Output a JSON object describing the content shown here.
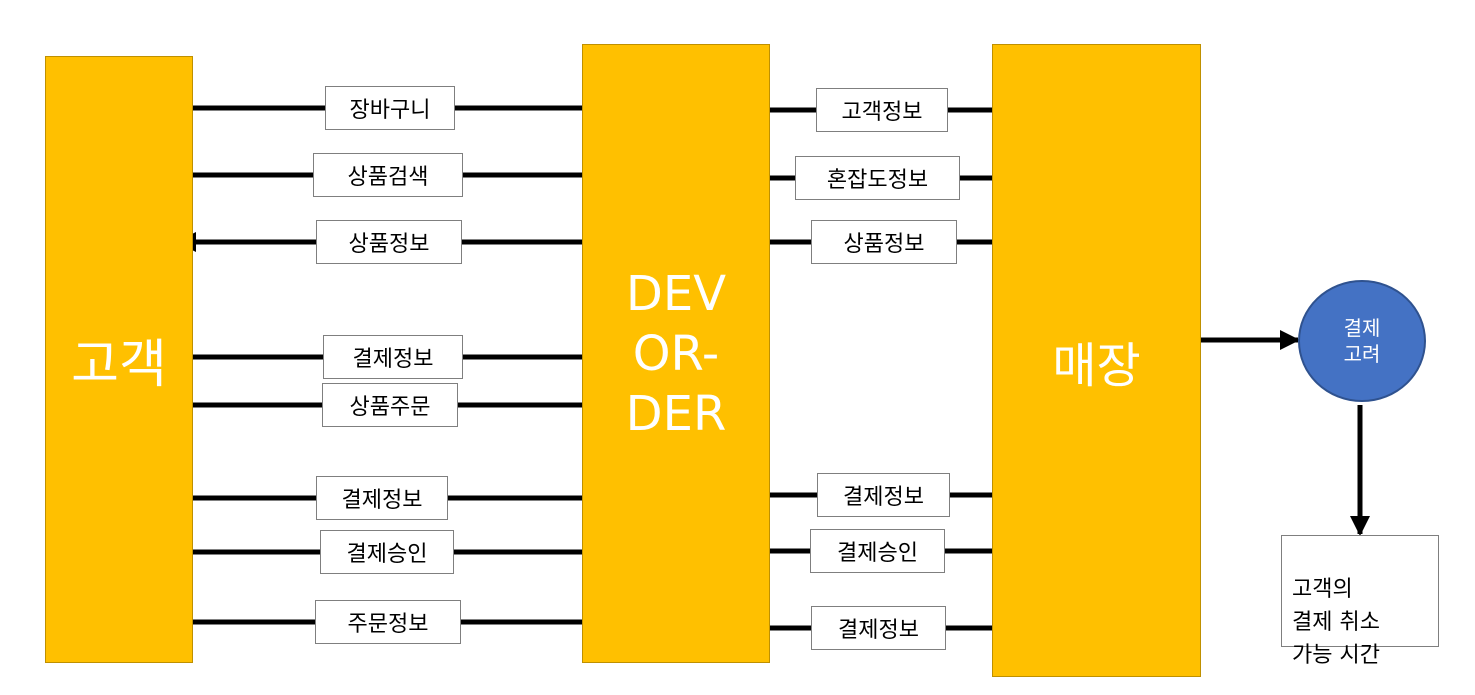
{
  "actors": {
    "customer": "고객",
    "devorder": "DEV\nOR-\nDER",
    "store": "매장"
  },
  "flows": {
    "customer_devorder": [
      {
        "label": "장바구니",
        "direction": "to-devorder"
      },
      {
        "label": "상품검색",
        "direction": "to-devorder"
      },
      {
        "label": "상품정보",
        "direction": "to-customer"
      },
      {
        "label": "결제정보",
        "direction": "to-devorder"
      },
      {
        "label": "상품주문",
        "direction": "to-devorder"
      },
      {
        "label": "결제정보",
        "direction": "to-customer"
      },
      {
        "label": "결제승인",
        "direction": "to-customer"
      },
      {
        "label": "주문정보",
        "direction": "to-customer"
      }
    ],
    "devorder_store": [
      {
        "label": "고객정보",
        "direction": "to-store"
      },
      {
        "label": "혼잡도정보",
        "direction": "to-devorder"
      },
      {
        "label": "상품정보",
        "direction": "to-devorder"
      },
      {
        "label": "결제정보",
        "direction": "to-store"
      },
      {
        "label": "결제승인",
        "direction": "to-devorder"
      },
      {
        "label": "결제정보",
        "direction": "to-store"
      }
    ]
  },
  "decision": {
    "label": "결제\n고려"
  },
  "note": {
    "text": "고객의\n결제 취소\n가능 시간"
  },
  "colors": {
    "actor_fill": "#FFC000",
    "actor_text": "#FFFFFF",
    "decision_fill": "#4472C4",
    "arrow": "#000000"
  }
}
